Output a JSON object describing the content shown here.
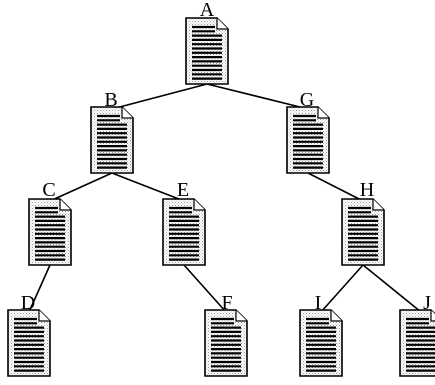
{
  "diagram": {
    "type": "document-tree",
    "nodes": [
      {
        "id": "A",
        "label": "A",
        "icon": "document-icon"
      },
      {
        "id": "B",
        "label": "B",
        "icon": "document-icon"
      },
      {
        "id": "G",
        "label": "G",
        "icon": "document-icon"
      },
      {
        "id": "C",
        "label": "C",
        "icon": "document-icon"
      },
      {
        "id": "E",
        "label": "E",
        "icon": "document-icon"
      },
      {
        "id": "H",
        "label": "H",
        "icon": "document-icon"
      },
      {
        "id": "D",
        "label": "D",
        "icon": "document-icon"
      },
      {
        "id": "F",
        "label": "F",
        "icon": "document-icon"
      },
      {
        "id": "I",
        "label": "I",
        "icon": "document-icon"
      },
      {
        "id": "J",
        "label": "J",
        "icon": "document-icon"
      }
    ],
    "edges": [
      [
        "A",
        "B"
      ],
      [
        "A",
        "G"
      ],
      [
        "B",
        "C"
      ],
      [
        "B",
        "E"
      ],
      [
        "G",
        "H"
      ],
      [
        "C",
        "D"
      ],
      [
        "E",
        "F"
      ],
      [
        "H",
        "I"
      ],
      [
        "H",
        "J"
      ]
    ],
    "colors": {
      "stroke": "#000000",
      "page": "#ffffff",
      "text_lines": "#000000",
      "shading": "#9a9a9a"
    }
  }
}
